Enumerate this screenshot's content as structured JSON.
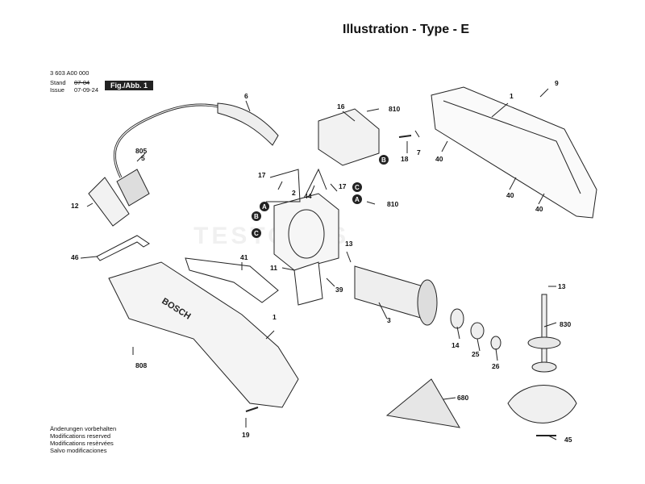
{
  "title": "Illustration - Type - E",
  "meta": {
    "part_number": "3 603 A00 000",
    "stand_label": "Stand",
    "stand_value": "07-04",
    "issue_label": "Issue",
    "issue_value": "07-09-24",
    "fig_label": "Fig./Abb. 1"
  },
  "watermark": "TESTOOLS",
  "notes": [
    "Änderungen vorbehalten",
    "Modifications reserved",
    "Modifications resèrvées",
    "Salvo modificaciones"
  ],
  "parts": {
    "p1a": "1",
    "p9": "9",
    "p6": "6",
    "p16": "16",
    "p810a": "810",
    "p7": "7",
    "p18": "18",
    "p40a": "40",
    "p40b": "40",
    "p40c": "40",
    "p805": "805",
    "p5": "5",
    "p12": "12",
    "p17a": "17",
    "p2": "2",
    "p44": "44",
    "p17b": "17",
    "p810b": "810",
    "p46": "46",
    "p41": "41",
    "p13a": "13",
    "p11": "11",
    "p39": "39",
    "p13b": "13",
    "p3": "3",
    "p830": "830",
    "p14": "14",
    "p25": "25",
    "p26": "26",
    "p1b": "1",
    "p808": "808",
    "p680": "680",
    "p19": "19",
    "p45": "45"
  },
  "markers": {
    "b1": "B",
    "c1": "C",
    "a1": "A",
    "b2": "B",
    "c2": "C",
    "a2": "A"
  },
  "logo": "BOSCH"
}
